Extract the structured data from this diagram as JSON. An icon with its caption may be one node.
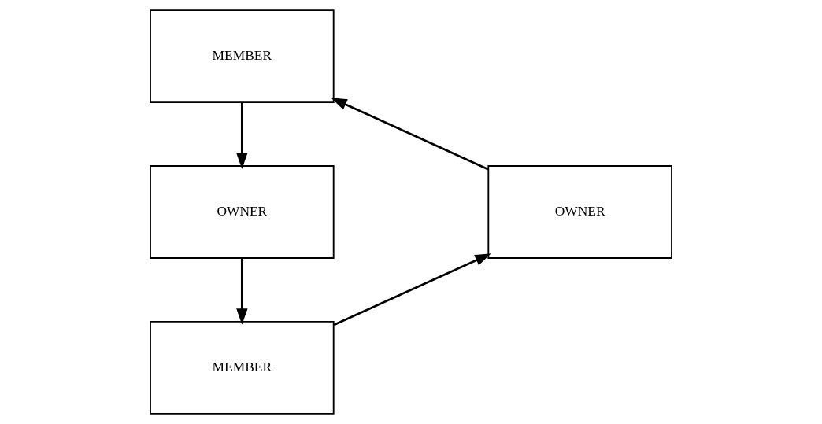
{
  "diagram": {
    "nodes": [
      {
        "text": [
          "MEMBER"
        ]
      },
      {
        "text": [
          "OWNER"
        ]
      },
      {
        "text": [
          "OWNER"
        ]
      },
      {
        "text": [
          "MEMBER"
        ]
      }
    ],
    "edges": [
      {
        "from": 0,
        "to": 1,
        "arrow": "to"
      },
      {
        "from": 1,
        "to": 3,
        "arrow": "to"
      },
      {
        "from": 3,
        "to": 2,
        "arrow": "to"
      },
      {
        "from": 2,
        "to": 0,
        "arrow": "to"
      }
    ]
  }
}
